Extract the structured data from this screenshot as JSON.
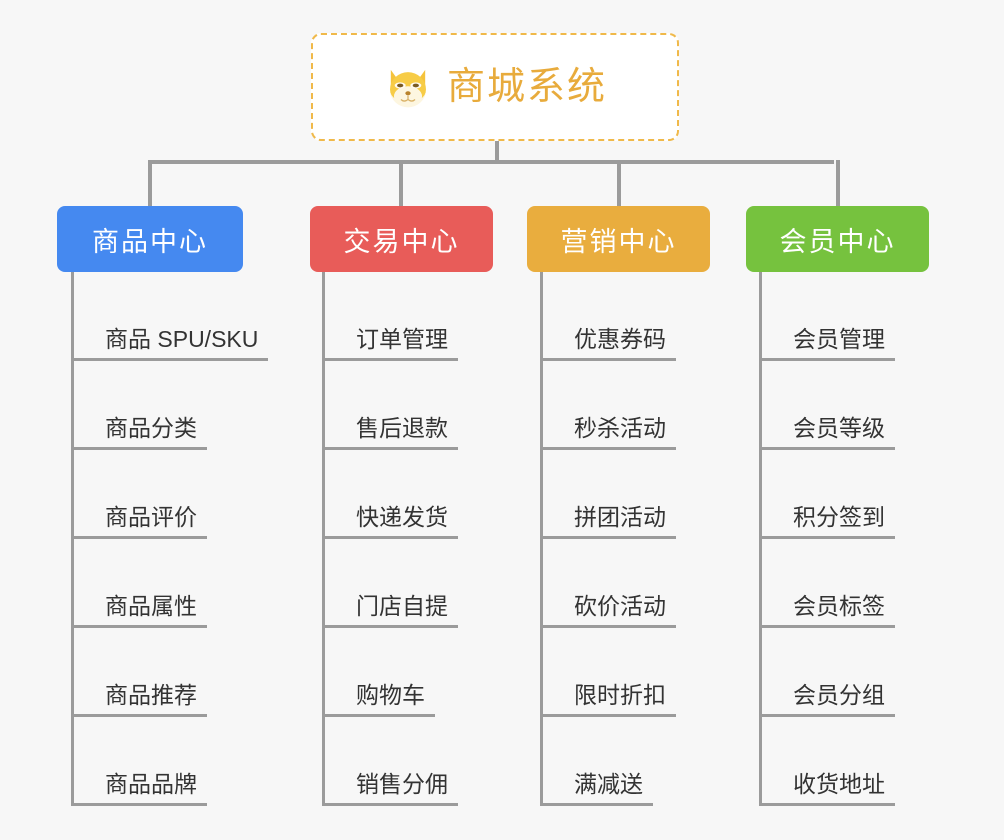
{
  "root": {
    "title": "商城系统",
    "icon": "shiba-dog-icon",
    "title_color": "#e8ab3c",
    "border_color": "#f0b94a"
  },
  "categories": [
    {
      "label": "商品中心",
      "color": "#4589f0",
      "items": [
        "商品 SPU/SKU",
        "商品分类",
        "商品评价",
        "商品属性",
        "商品推荐",
        "商品品牌"
      ]
    },
    {
      "label": "交易中心",
      "color": "#e85c59",
      "items": [
        "订单管理",
        "售后退款",
        "快递发货",
        "门店自提",
        "购物车",
        "销售分佣"
      ]
    },
    {
      "label": "营销中心",
      "color": "#e9ad3e",
      "items": [
        "优惠券码",
        "秒杀活动",
        "拼团活动",
        "砍价活动",
        "限时折扣",
        "满减送"
      ]
    },
    {
      "label": "会员中心",
      "color": "#76c23e",
      "items": [
        "会员管理",
        "会员等级",
        "积分签到",
        "会员标签",
        "会员分组",
        "收货地址"
      ]
    }
  ],
  "connector_color": "#9b9b9b",
  "background_color": "#f7f7f7"
}
